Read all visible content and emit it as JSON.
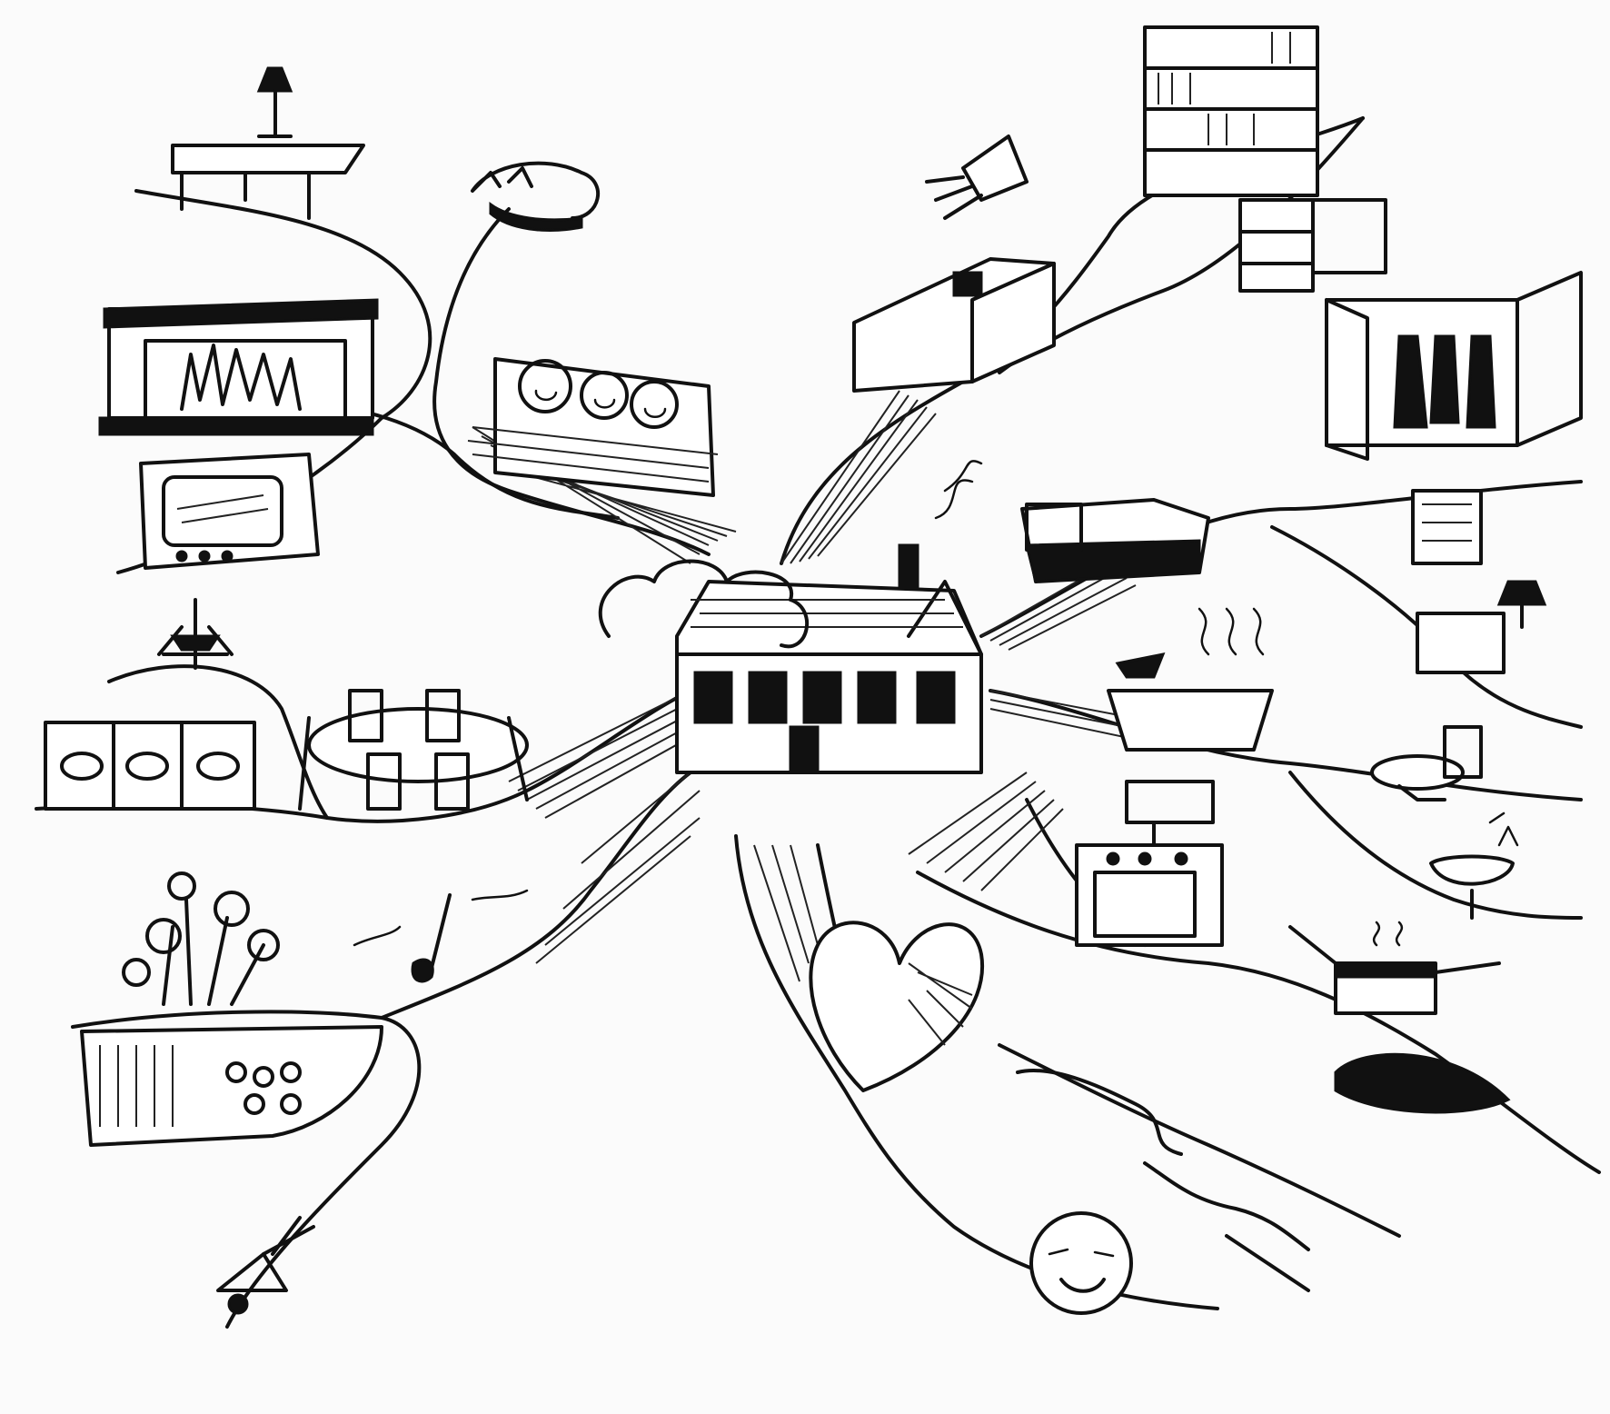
{
  "canvas": {
    "background": "#fbfbfb",
    "ink": "#111111"
  },
  "center": {
    "icon": "house-icon"
  },
  "branches": [
    {
      "id": "living-room",
      "icons": [
        "table-lamp-icon",
        "side-table-icon",
        "cat-icon",
        "fireplace-icon",
        "television-icon",
        "family-photo-icon"
      ]
    },
    {
      "id": "study",
      "icons": [
        "bookcase-icon",
        "filing-cabinet-icon",
        "desk-lamp-icon",
        "desk-icon"
      ]
    },
    {
      "id": "bedroom",
      "icons": [
        "wardrobe-icon",
        "bed-icon",
        "armchair-icon",
        "side-table-lamp-icon"
      ]
    },
    {
      "id": "bathroom",
      "icons": [
        "bathtub-icon",
        "toilet-icon",
        "sink-icon"
      ]
    },
    {
      "id": "kitchen",
      "icons": [
        "stove-icon",
        "cooking-pot-icon",
        "iron-icon"
      ]
    },
    {
      "id": "dining-room",
      "icons": [
        "sideboard-icon",
        "dining-table-icon",
        "chandelier-icon"
      ]
    },
    {
      "id": "garden",
      "icons": [
        "flowers-icon",
        "vegetable-bed-icon",
        "wheelbarrow-icon",
        "music-note-icon"
      ]
    },
    {
      "id": "emotions",
      "icons": [
        "heart-icon",
        "smiling-face-icon",
        "hand-icon"
      ]
    }
  ]
}
